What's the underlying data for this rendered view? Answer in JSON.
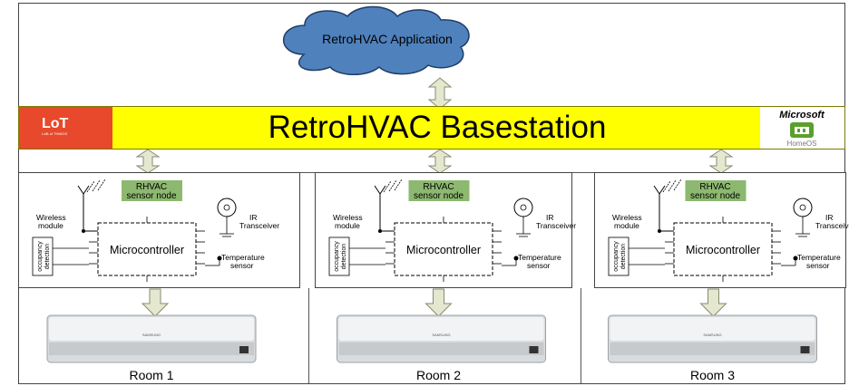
{
  "cloud": {
    "label": "RetroHVAC Application"
  },
  "basestation": {
    "title": "RetroHVAC Basestation",
    "lot_logo": {
      "text": "LoT",
      "subtext": "LAB of THINGS"
    },
    "ms_logo": {
      "brand": "Microsoft",
      "product": "HomeOS"
    }
  },
  "node": {
    "title_line1": "RHVAC",
    "title_line2": "sensor node",
    "wireless_line1": "Wireless",
    "wireless_line2": "module",
    "ir_line1": "IR",
    "ir_line2": "Transceiver",
    "mcu": "Microcontroller",
    "occupancy_line1": "occupancy",
    "occupancy_line2": "detection",
    "temp_line1": "Temperature",
    "temp_line2": "sensor",
    "ac_brand": "SAMSUNG"
  },
  "rooms": [
    {
      "label": "Room 1"
    },
    {
      "label": "Room 2"
    },
    {
      "label": "Room 3"
    }
  ],
  "colors": {
    "cloud_fill": "#4f81bd",
    "basestation_fill": "#ffff00",
    "lot_fill": "#e8482b",
    "node_title_fill": "#8db870",
    "arrow_fill": "#e3e8cf",
    "arrow_stroke": "#8a8a70"
  }
}
